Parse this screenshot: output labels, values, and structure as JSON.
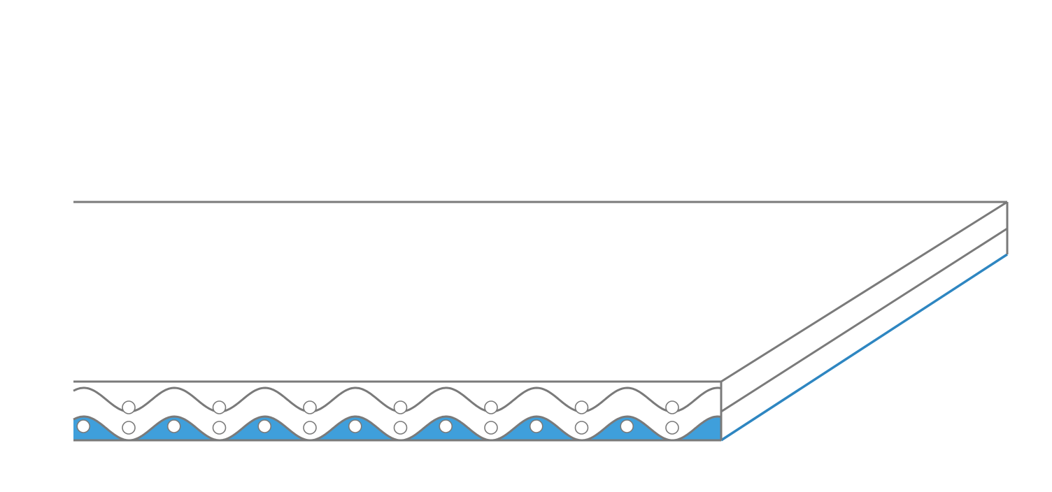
{
  "diagram": {
    "subject": "conveyor-belt-cross-section",
    "layers": [
      {
        "name": "top-cover",
        "color": "#ffffff"
      },
      {
        "name": "woven-fabric-carcass",
        "color": "#ffffff"
      },
      {
        "name": "bottom-cover",
        "color": "#3f9fdb"
      }
    ],
    "weave_crests": 7,
    "colors": {
      "outline": "#7a7a7a",
      "fill_blue": "#3f9fdb",
      "edge_blue": "#2e86c1",
      "background": "#ffffff"
    }
  }
}
